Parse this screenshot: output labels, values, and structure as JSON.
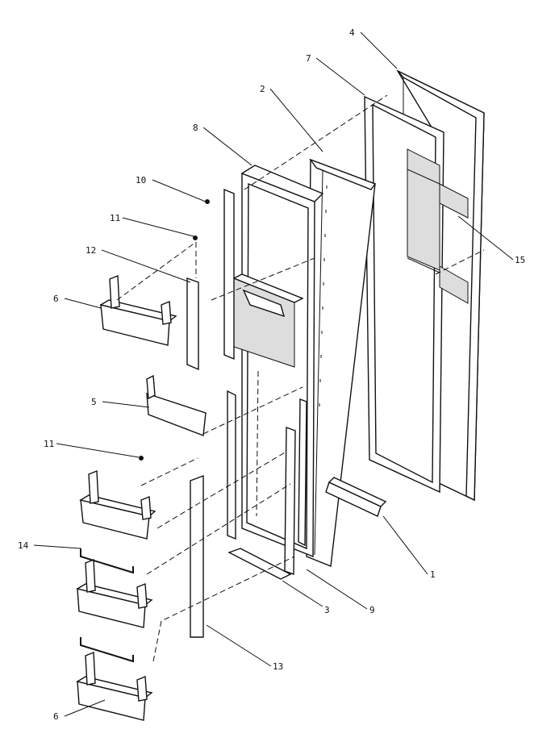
{
  "callouts": [
    {
      "id": "c1",
      "text": "1"
    },
    {
      "id": "c2",
      "text": "2"
    },
    {
      "id": "c3",
      "text": "3"
    },
    {
      "id": "c4",
      "text": "4"
    },
    {
      "id": "c5",
      "text": "5"
    },
    {
      "id": "c6a",
      "text": "6"
    },
    {
      "id": "c6b",
      "text": "6"
    },
    {
      "id": "c7",
      "text": "7"
    },
    {
      "id": "c8",
      "text": "8"
    },
    {
      "id": "c9",
      "text": "9"
    },
    {
      "id": "c10",
      "text": "10"
    },
    {
      "id": "c11a",
      "text": "11"
    },
    {
      "id": "c11b",
      "text": "11"
    },
    {
      "id": "c12",
      "text": "12"
    },
    {
      "id": "c13",
      "text": "13"
    },
    {
      "id": "c14",
      "text": "14"
    },
    {
      "id": "c15",
      "text": "15"
    }
  ]
}
